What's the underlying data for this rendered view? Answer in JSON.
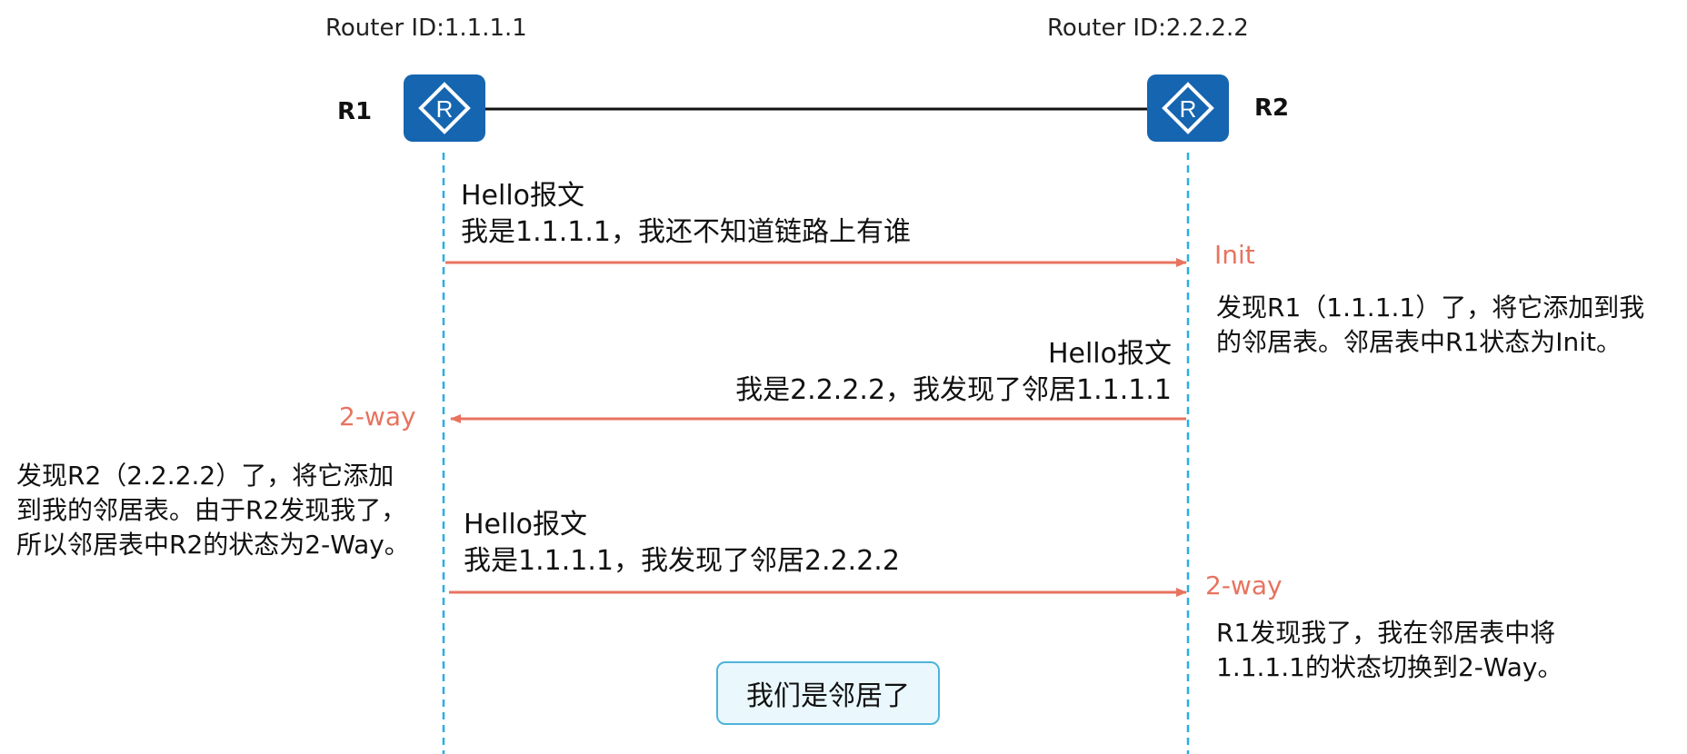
{
  "r1": {
    "router_id": "Router ID:1.1.1.1",
    "name": "R1"
  },
  "r2": {
    "router_id": "Router ID:2.2.2.2",
    "name": "R2"
  },
  "icons": {
    "router": "router-icon"
  },
  "colors": {
    "router": "#1565b0",
    "arrow": "#e8735f",
    "lifeline": "#2aaee4",
    "state": "#e8735f"
  },
  "msg1": {
    "title": "Hello报文",
    "body": "我是1.1.1.1，我还不知道链路上有谁",
    "state": "Init",
    "note": [
      "发现R1（1.1.1.1）了，将它添加到我",
      "的邻居表。邻居表中R1状态为Init。"
    ]
  },
  "msg2": {
    "title": "Hello报文",
    "body": "我是2.2.2.2，我发现了邻居1.1.1.1",
    "state": "2-way",
    "note": [
      "发现R2（2.2.2.2）了，将它添加",
      "到我的邻居表。由于R2发现我了，",
      "所以邻居表中R2的状态为2-Way。"
    ]
  },
  "msg3": {
    "title": "Hello报文",
    "body": "我是1.1.1.1，我发现了邻居2.2.2.2",
    "state": "2-way",
    "note": [
      "R1发现我了，我在邻居表中将",
      "1.1.1.1的状态切换到2-Way。"
    ]
  },
  "result": "我们是邻居了"
}
